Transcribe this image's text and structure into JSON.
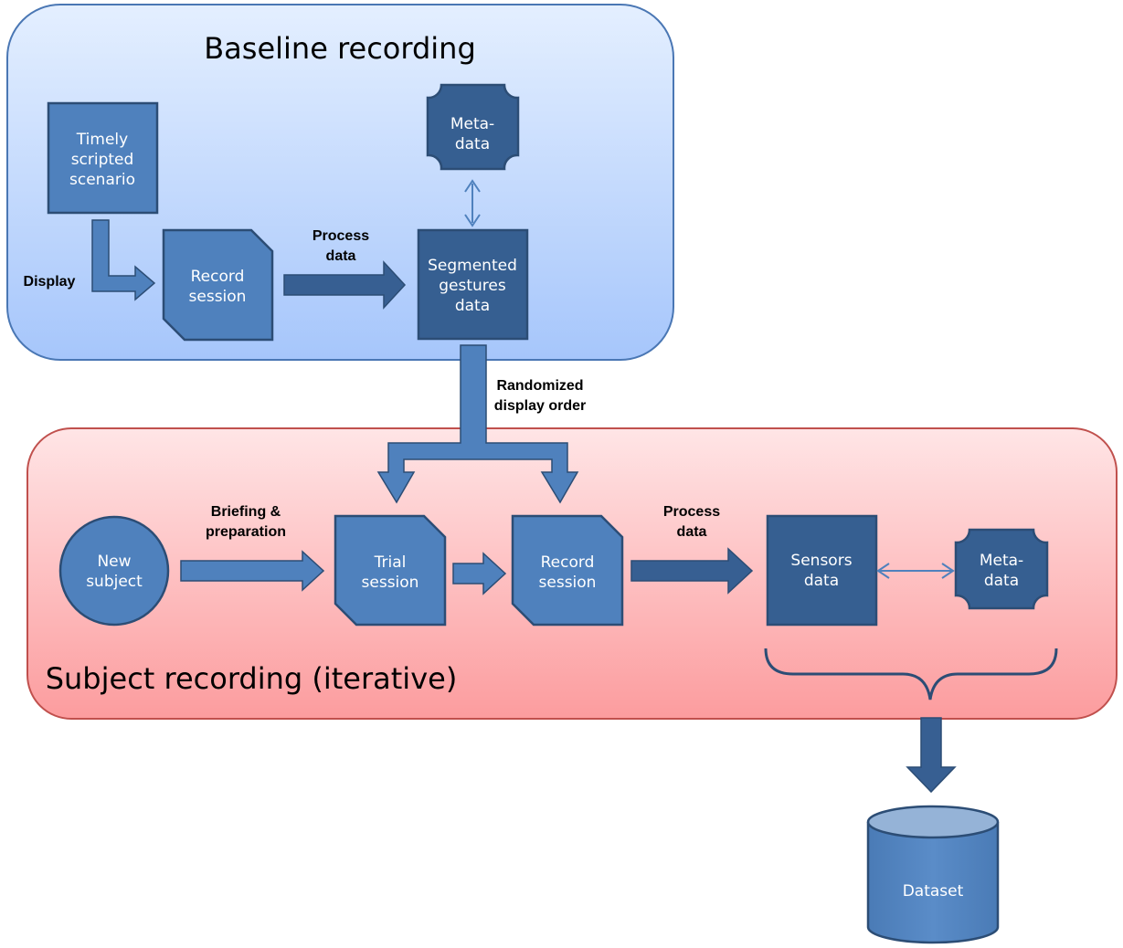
{
  "panels": {
    "baseline": {
      "title": "Baseline recording"
    },
    "subject": {
      "title": "Subject recording (iterative)"
    }
  },
  "nodes": {
    "scenario": [
      "Timely",
      "scripted",
      "scenario"
    ],
    "record_session_top": [
      "Record",
      "session"
    ],
    "metadata_top": [
      "Meta-",
      "data"
    ],
    "segmented": [
      "Segmented",
      "gestures",
      "data"
    ],
    "new_subject": [
      "New",
      "subject"
    ],
    "trial": [
      "Trial",
      "session"
    ],
    "record_session_bottom": [
      "Record",
      "session"
    ],
    "sensors": [
      "Sensors",
      "data"
    ],
    "metadata_bottom": [
      "Meta-",
      "data"
    ],
    "dataset": [
      "Dataset"
    ]
  },
  "labels": {
    "display": [
      "Display"
    ],
    "process_top": [
      "Process",
      "data"
    ],
    "randomized": [
      "Randomized",
      "display order"
    ],
    "briefing": [
      "Briefing &",
      "preparation"
    ],
    "process_bottom": [
      "Process",
      "data"
    ]
  },
  "colors": {
    "node_fill": "#4f81bd",
    "node_dark_fill": "#365f91",
    "node_stroke": "#2c4d75",
    "arrow_fill": "#4f81bd",
    "arrow_dark_fill": "#375f92"
  }
}
